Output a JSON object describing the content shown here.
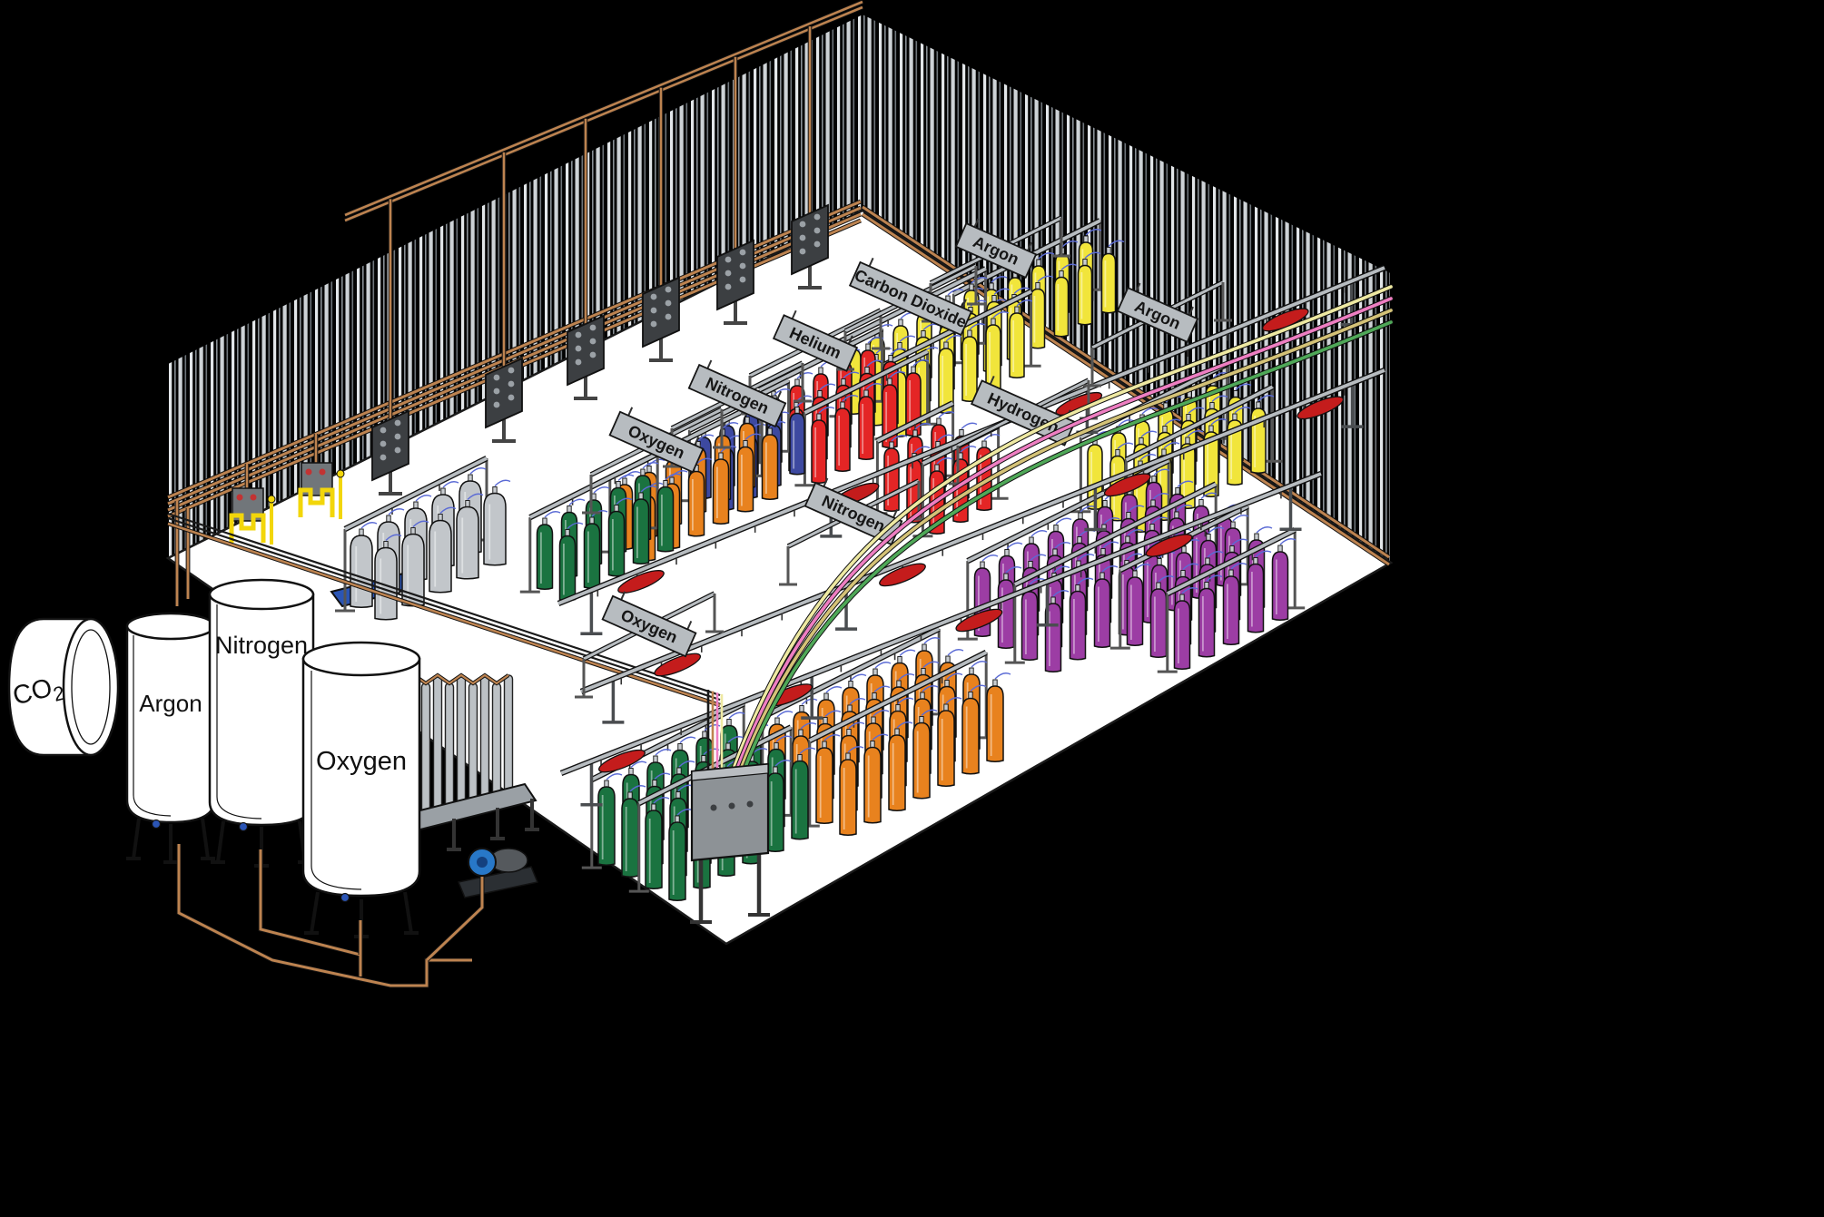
{
  "scene": {
    "background": "#000000",
    "floor_color": "#ffffff",
    "wall_stripe_light": "#e2e6e9",
    "wall_stripe_mid": "#cdd2d6",
    "wall_stripe_dim": "#878e94"
  },
  "storage_tanks": [
    {
      "id": "co2-tank",
      "label": "CO2",
      "label_main": "CO",
      "label_sub": "2"
    },
    {
      "id": "argon-tank",
      "label": "Argon"
    },
    {
      "id": "nitrogen-tank",
      "label": "Nitrogen"
    },
    {
      "id": "oxygen-tank",
      "label": "Oxygen"
    }
  ],
  "manifold_signs": [
    {
      "id": "sign-oxygen-upper",
      "text": "Oxygen"
    },
    {
      "id": "sign-nitrogen-upper",
      "text": "Nitrogen"
    },
    {
      "id": "sign-helium",
      "text": "Helium"
    },
    {
      "id": "sign-carbon-dioxide",
      "text": "Carbon Dioxide"
    },
    {
      "id": "sign-argon-back",
      "text": "Argon"
    },
    {
      "id": "sign-hydrogen",
      "text": "Hydrogen"
    },
    {
      "id": "sign-argon-right",
      "text": "Argon"
    },
    {
      "id": "sign-nitrogen-center",
      "text": "Nitrogen"
    },
    {
      "id": "sign-oxygen-lower",
      "text": "Oxygen"
    }
  ],
  "cylinder_banks": [
    {
      "id": "oxygen-upper-bank",
      "gas": "Oxygen",
      "color": "#1a7340",
      "count": 10
    },
    {
      "id": "nitrogen-upper-bank",
      "gas": "Nitrogen",
      "color": "#e8821e",
      "count": 12
    },
    {
      "id": "nitrogen-blue-bank",
      "gas": "Nitrogen",
      "color": "#3d49a0",
      "count": 8
    },
    {
      "id": "helium-bank",
      "gas": "Helium",
      "color": "#e42525",
      "count": 15
    },
    {
      "id": "helium-right-bank",
      "gas": "Helium",
      "color": "#e42525",
      "count": 9
    },
    {
      "id": "carbon-dioxide-bank",
      "gas": "Carbon Dioxide",
      "color": "#f1e53b",
      "count": 18
    },
    {
      "id": "argon-back-bank",
      "gas": "Argon",
      "color": "#f1e53b",
      "count": 12
    },
    {
      "id": "argon-right-bank",
      "gas": "Argon",
      "color": "#f1e53b",
      "count": 18
    },
    {
      "id": "hydrogen-bank",
      "gas": "Hydrogen",
      "color": "#9c3da4",
      "count": 32
    },
    {
      "id": "hydrogen-front-bank",
      "gas": "Hydrogen",
      "color": "#9c3da4",
      "count": 15
    },
    {
      "id": "nitrogen-center-bank",
      "gas": "Nitrogen",
      "color": "#e8821e",
      "count": 28
    },
    {
      "id": "oxygen-lower-bank",
      "gas": "Oxygen",
      "color": "#1a7340",
      "count": 24
    },
    {
      "id": "spare-cylinder-bank",
      "color": "#c2c6ca",
      "count": 10
    }
  ],
  "colors": {
    "copper_pipe": "#bd8350",
    "cylinder_hose": "#5b6bd5",
    "pigtail_red": "#c41c1c",
    "rail_gray": "#b7bcc0",
    "panel_dark": "#3c3f42",
    "station_yellow": "#f2d60a",
    "pallet_blue": "#2b55b5",
    "pump_blue": "#2878c8",
    "hose_yellow": "#eee9a2",
    "hose_pink": "#ee7ec2",
    "hose_khaki": "#d4c277",
    "hose_green": "#4fa858",
    "tank_white": "#ffffff"
  }
}
